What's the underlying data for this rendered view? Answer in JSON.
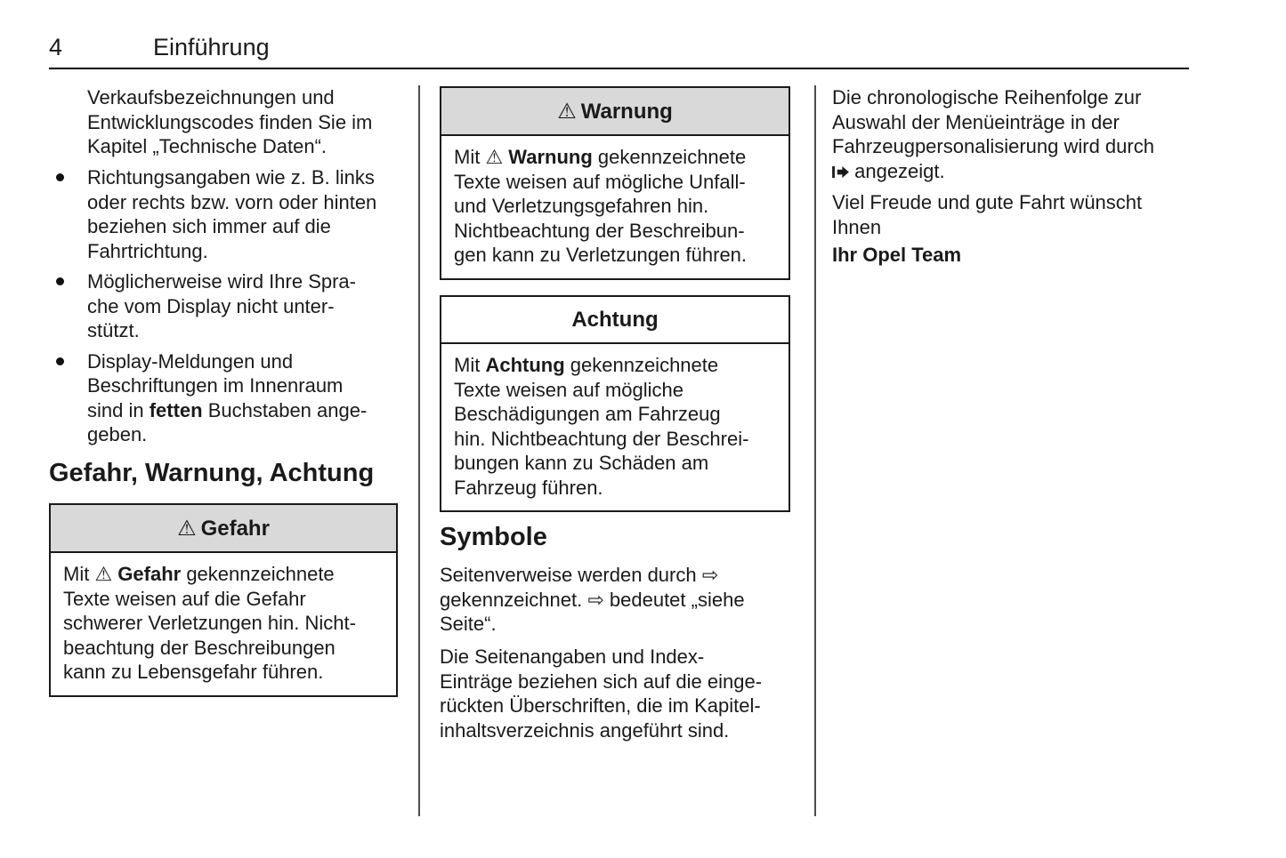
{
  "page": {
    "number": "4",
    "chapter_title": "Einführung"
  },
  "col1": {
    "intro": "Verkaufsbezeichnungen und\nEntwicklungscodes finden Sie im\nKapitel „Technische Daten“.",
    "bullets": [
      {
        "text": "Richtungsangaben wie z. B. links\noder rechts bzw. vorn oder hinten\nbeziehen sich immer auf die\nFahrtrichtung."
      },
      {
        "text": "Möglicherweise wird Ihre Spra-\nche vom Display nicht unter-\nstützt."
      },
      {
        "pre": "Display-Meldungen und\nBeschriftungen im Innenraum\nsind in ",
        "bold": "fetten",
        "post": " Buchstaben ange-\ngeben."
      }
    ],
    "section_heading": "Gefahr, Warnung, Achtung",
    "gefahr_box": {
      "warning_symbol": "⚠",
      "title": "Gefahr",
      "body_pre": "Mit ⚠ ",
      "body_bold": "Gefahr",
      "body_post": " gekennzeichnete\nTexte weisen auf die Gefahr\nschwerer Verletzungen hin. Nicht-\nbeachtung der Beschreibungen\nkann zu Lebensgefahr führen."
    }
  },
  "col2": {
    "warnung_box": {
      "warning_symbol": "⚠",
      "title": "Warnung",
      "body_pre": "Mit ⚠ ",
      "body_bold": "Warnung",
      "body_post": " gekennzeichnete\nTexte weisen auf mögliche Unfall-\nund Verletzungsgefahren hin.\nNichtbeachtung der Beschreibun-\ngen kann zu Verletzungen führen."
    },
    "achtung_box": {
      "title": "Achtung",
      "body_pre": "Mit ",
      "body_bold": "Achtung",
      "body_post": " gekennzeichnete\nTexte weisen auf mögliche\nBeschädigungen am Fahrzeug\nhin. Nichtbeachtung der Beschrei-\nbungen kann zu Schäden am\nFahrzeug führen."
    },
    "symbols_heading": "Symbole",
    "symbols_p1": "Seitenverweise werden durch ⇨\ngekennzeichnet. ⇨ bedeutet „siehe\nSeite“.",
    "symbols_p2": "Die Seitenangaben und Index-\nEinträge beziehen sich auf die einge-\nrückten Überschriften, die im Kapitel-\ninhaltsverzeichnis angeführt sind."
  },
  "col3": {
    "p1_before_icon": "Die chronologische Reihenfolge zur\nAuswahl der Menüeinträge in der\nFahrzeugpersonalisierung wird durch\n",
    "p1_after_icon": " angezeigt.",
    "p2": "Viel Freude und gute Fahrt wünscht\nIhnen",
    "signature": "Ihr Opel Team"
  },
  "icons": {
    "warning_triangle": "warning-triangle",
    "page_reference_arrow": "⇨",
    "menu_sequence_arrow": "filled-right-arrow-with-bar"
  },
  "colors": {
    "text": "#1a1a1a",
    "box_header_bg": "#d9d9d9",
    "box_border": "#1a1a1a",
    "column_divider": "#4d4d4d"
  }
}
